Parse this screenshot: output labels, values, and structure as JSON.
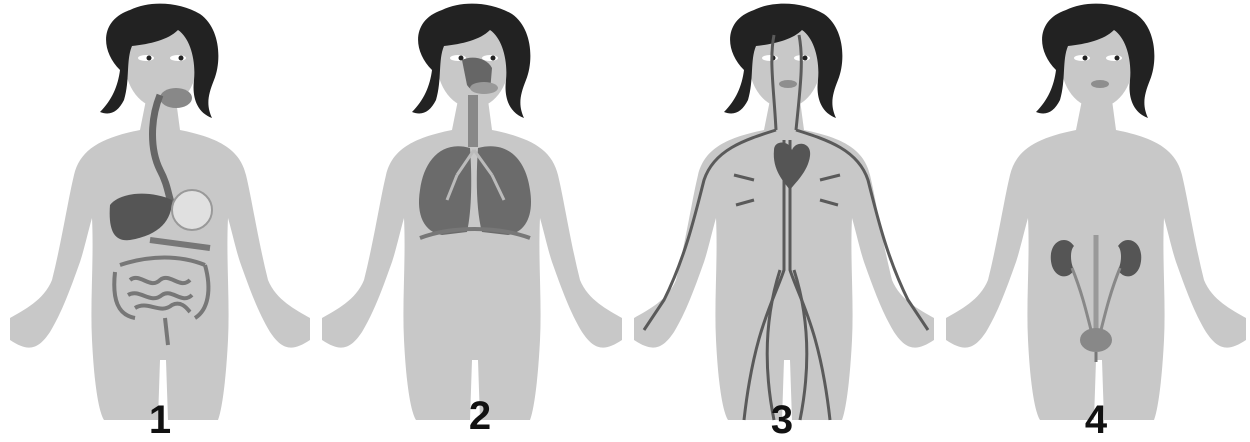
{
  "colors": {
    "background": "#ffffff",
    "body": "#c8c8c8",
    "hair": "#222222",
    "organ_dark": "#555555",
    "organ_mid": "#888888",
    "vessel": "#5a5a5a",
    "lips": "#8e8e8e",
    "label": "#111111"
  },
  "figures": [
    {
      "label": "1",
      "system": "digestive-system"
    },
    {
      "label": "2",
      "system": "respiratory-system"
    },
    {
      "label": "3",
      "system": "circulatory-system"
    },
    {
      "label": "4",
      "system": "urinary-system"
    }
  ]
}
